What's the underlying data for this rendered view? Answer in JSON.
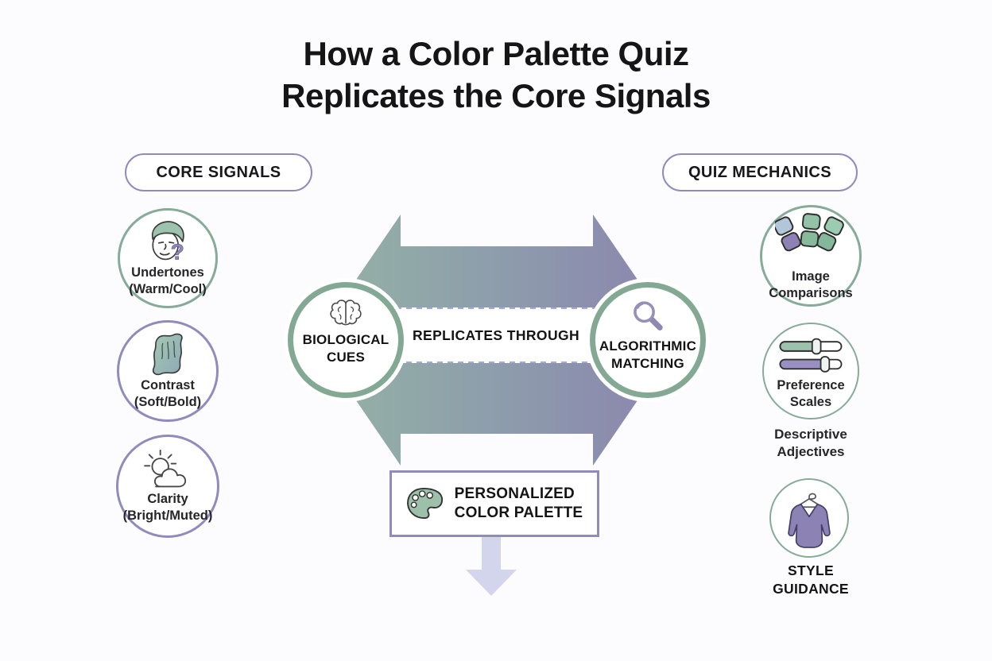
{
  "title": {
    "line1": "How a Color Palette Quiz",
    "line2": "Replicates the Core Signals"
  },
  "section_labels": {
    "left": "CORE SIGNALS",
    "right": "QUIZ MECHANICS"
  },
  "core_signals": [
    {
      "icon": "face-question-icon",
      "line1": "Undertones",
      "line2": "(Warm/Cool)"
    },
    {
      "icon": "fabric-swatch-icon",
      "line1": "Contrast",
      "line2": "(Soft/Bold)"
    },
    {
      "icon": "sun-cloud-icon",
      "line1": "Clarity",
      "line2": "(Bright/Muted)"
    }
  ],
  "flow": {
    "left_node": {
      "icon": "brain-icon",
      "line1": "BIOLOGICAL",
      "line2": "CUES"
    },
    "band_label": "REPLICATES THROUGH",
    "right_node": {
      "icon": "magnifier-icon",
      "line1": "ALGORITHMIC",
      "line2": "MATCHING"
    }
  },
  "quiz_mechanics": [
    {
      "icon": "color-swatches-icon",
      "line1": "Image",
      "line2": "Comparisons"
    },
    {
      "icon": "sliders-icon",
      "line1": "Preference",
      "line2": "Scales"
    }
  ],
  "descriptive_adjectives": {
    "line1": "Descriptive",
    "line2": "Adjectives"
  },
  "style_guidance": {
    "icon": "garment-hanger-icon",
    "line1": "STYLE",
    "line2": "GUIDANCE"
  },
  "result": {
    "icon": "palette-icon",
    "line1": "PERSONALIZED",
    "line2": "COLOR PALETTE"
  },
  "colors": {
    "bg": "#fcfcfe",
    "accent_green": "#86ab98",
    "accent_green_strong": "#83a893",
    "accent_purple": "#8f8bbd",
    "arrow_green": "#95b3a4",
    "arrow_mid": "#8d9dac",
    "arrow_purple": "#8b83ae",
    "connector": "#b9bce4",
    "dash": "#a4a9d9",
    "down_arrow": "#d3d5ec",
    "text_dark": "#151515"
  }
}
